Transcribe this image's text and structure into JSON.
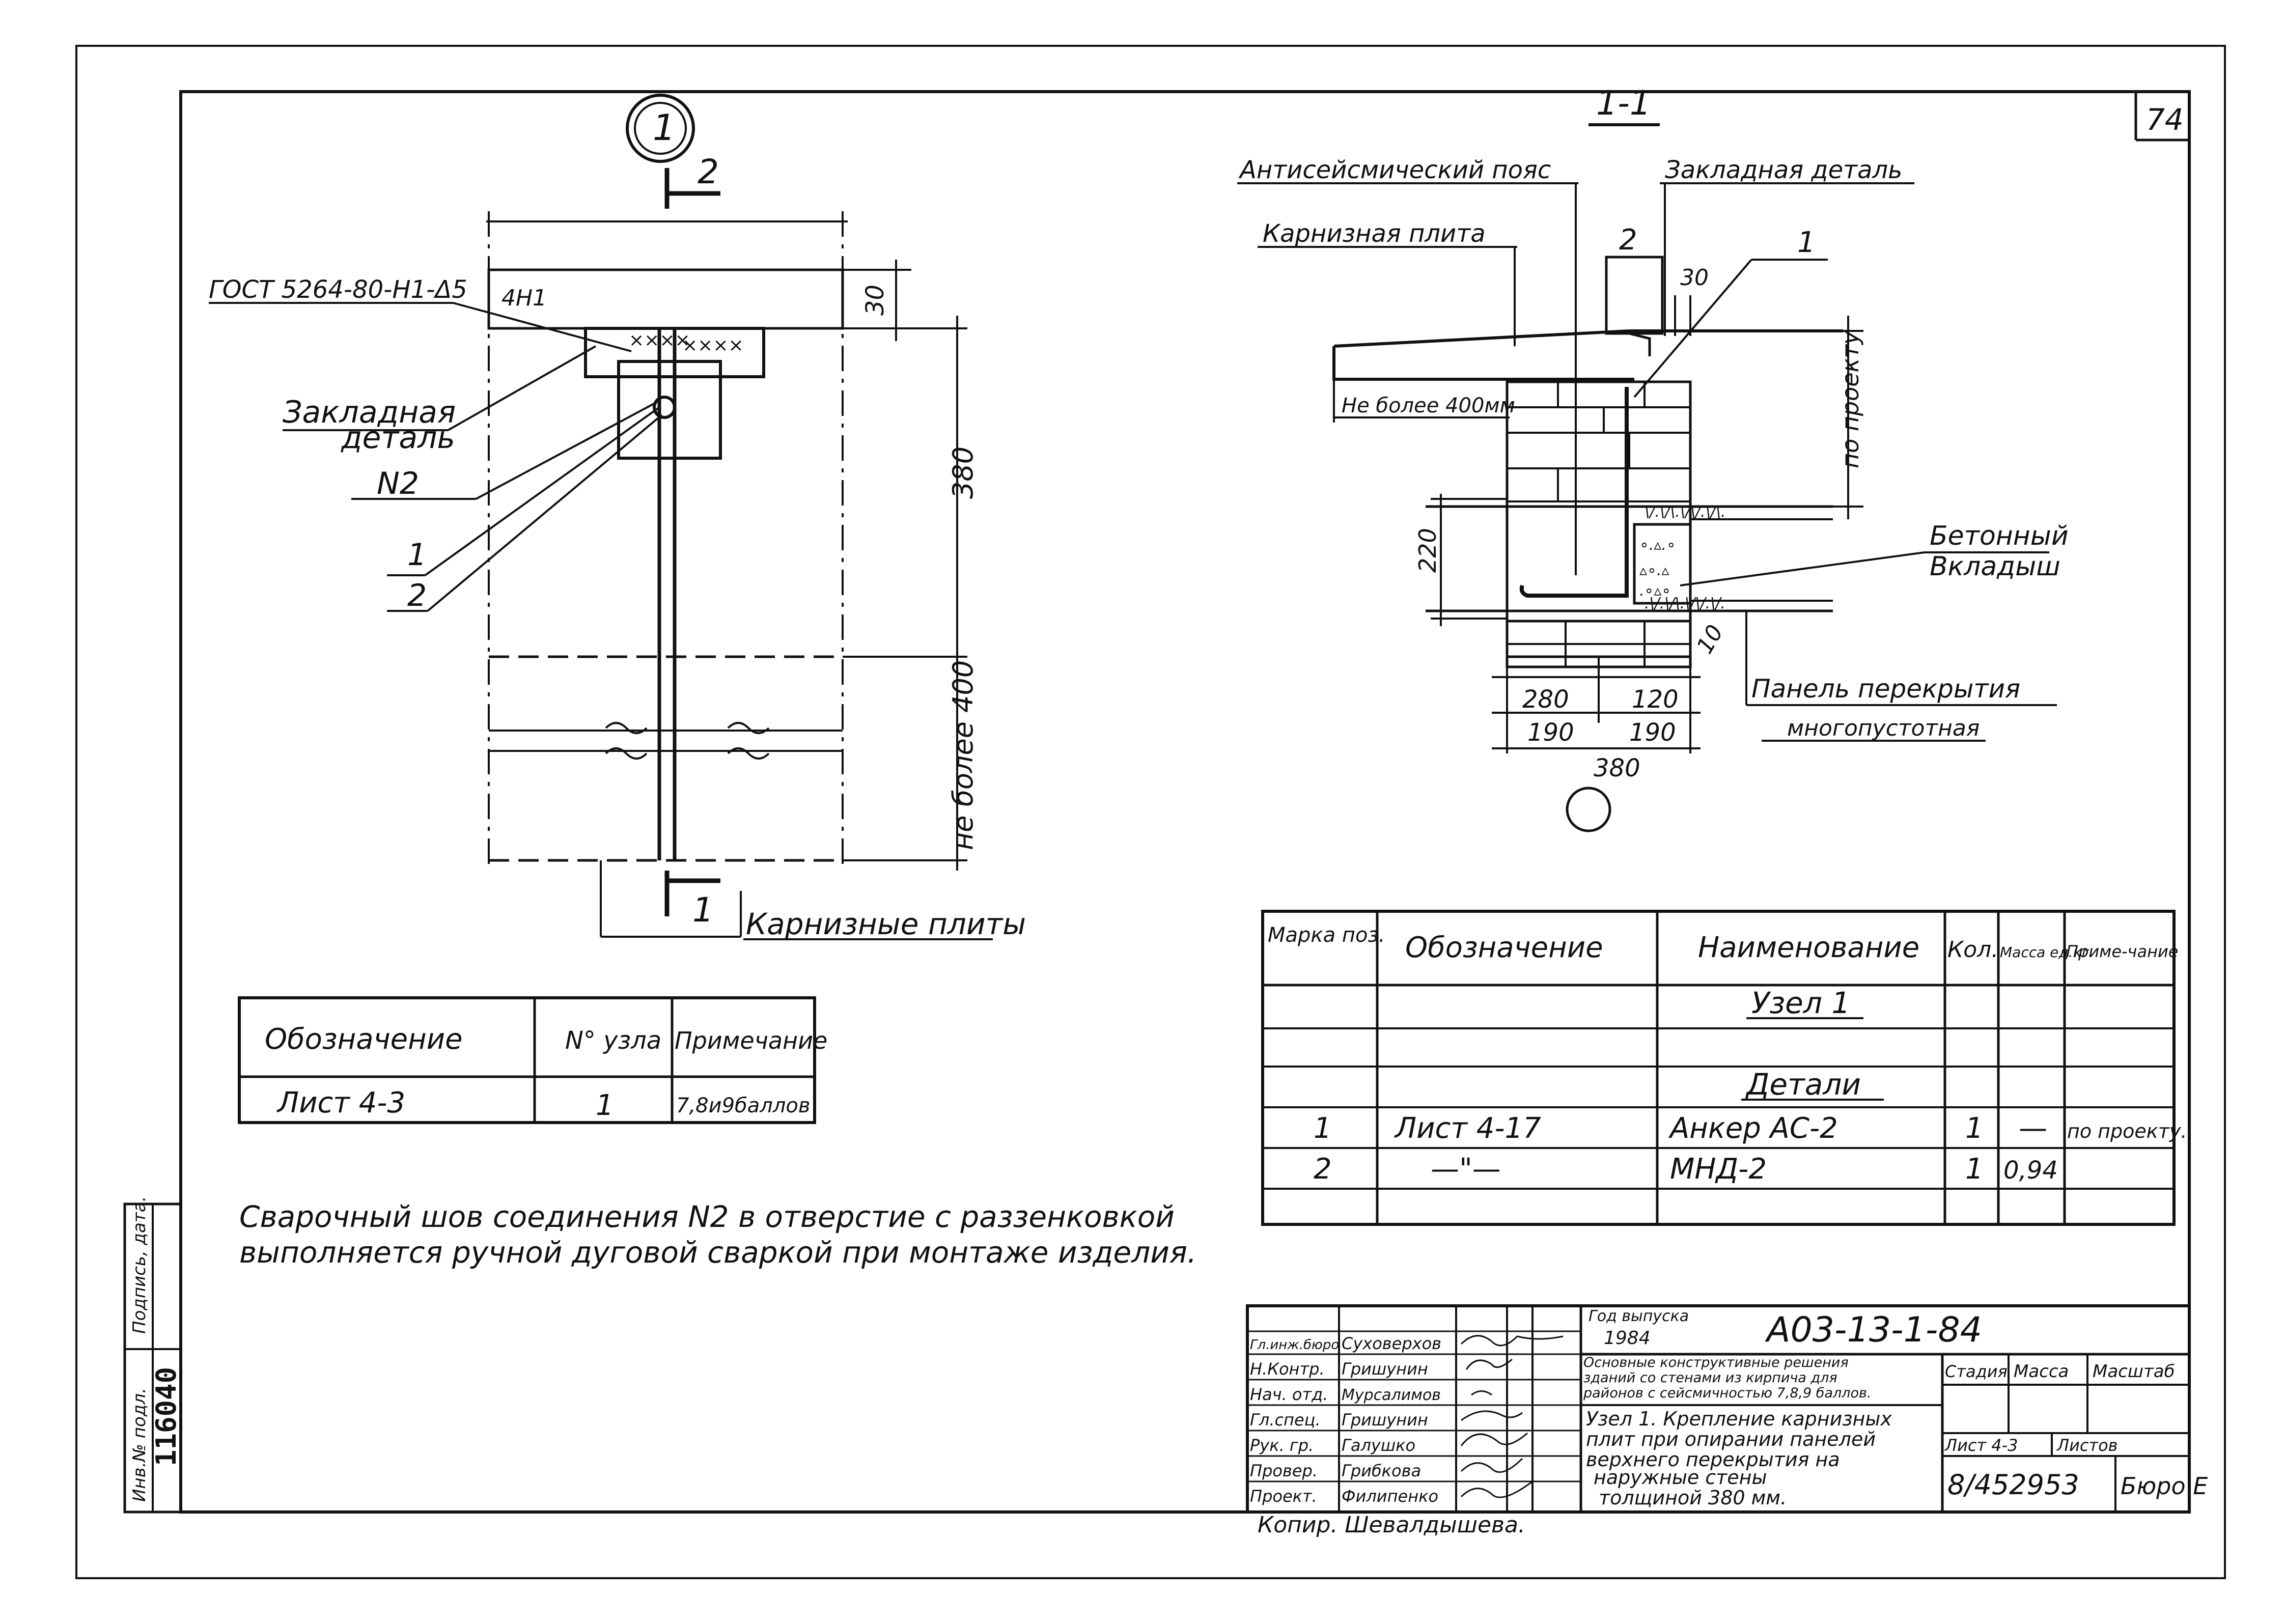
{
  "sheet_number": "74",
  "node_marker": "1",
  "left_view": {
    "section_marks": [
      "2",
      "1"
    ],
    "gost_label": "ГОСТ 5264-80-Н1-Δ5",
    "weld_label": "4Н1",
    "embedded_part_label_1": "Закладная",
    "embedded_part_label_2": "деталь",
    "n2_label": "N2",
    "pos_1": "1",
    "pos_2": "2",
    "dim_30": "30",
    "dim_380": "380",
    "dim_400": "не более 400",
    "cornice_label": "Карнизные плиты"
  },
  "section_view": {
    "title": "1-1",
    "antiseismic_belt": "Антисейсмический пояс",
    "embedded_part": "Закладная деталь",
    "cornice_slab": "Карнизная плита",
    "pos_2": "2",
    "pos_1": "1",
    "dim_30": "30",
    "max_400": "Не более 400мм",
    "by_project": "по проекту",
    "dim_220": "220",
    "concrete_insert_1": "Бетонный",
    "concrete_insert_2": "Вкладыш",
    "dim_10": "10",
    "panel_label": "Панель перекрытия",
    "panel_sub": "многопустотная",
    "dims_bottom": [
      "280",
      "120",
      "190",
      "190",
      "380"
    ]
  },
  "ref_table": {
    "headers": [
      "Обозначение",
      "N° узла",
      "Примечание"
    ],
    "row": [
      "Лист 4-3",
      "1",
      "7,8и9баллов"
    ]
  },
  "note": {
    "line1": "Сварочный шов соединения N2 в отверстие с раззенковкой",
    "line2": "выполняется ручной дуговой сваркой при монтаже изделия."
  },
  "spec_table": {
    "headers": [
      "Марка поз.",
      "Обозначение",
      "Наименование",
      "Кол.",
      "Масса ед.кг",
      "Приме-чание"
    ],
    "rows": [
      [
        "",
        "",
        "Узел 1",
        "",
        "",
        ""
      ],
      [
        "",
        "",
        "",
        "",
        "",
        ""
      ],
      [
        "",
        "",
        "Детали",
        "",
        "",
        ""
      ],
      [
        "1",
        "Лист 4-17",
        "Анкер АС-2",
        "1",
        "—",
        "по проекту."
      ],
      [
        "2",
        "—\"—",
        "МНД-2",
        "1",
        "0,94",
        ""
      ],
      [
        "",
        "",
        "",
        "",
        "",
        ""
      ]
    ]
  },
  "title_block": {
    "roles": [
      "Гл.инж.бюро",
      "Н.Контр.",
      "Нач. отд.",
      "Гл.спец.",
      "Рук. гр.",
      "Провер.",
      "Проект."
    ],
    "names": [
      "Суховерхов",
      "Гришунин",
      "Мурсалимов",
      "Гришунин",
      "Галушко",
      "Грибкова",
      "Филипенко"
    ],
    "year_label": "Год выпуска",
    "year": "1984",
    "code": "А03-13-1-84",
    "descr": [
      "Основные конструктивные решения",
      "зданий со стенами из кирпича для",
      "районов с сейсмичностью 7,8,9 баллов."
    ],
    "title": [
      "Узел 1. Крепление карнизных",
      "плит при опирании панелей",
      "верхнего перекрытия на",
      "наружные стены",
      "толщиной 380 мм."
    ],
    "stage": "Стадия",
    "mass": "Масса",
    "scale": "Масштаб",
    "sheet": "Лист 4-3",
    "sheets": "Листов",
    "doc_number": "8/452953",
    "bureau": "Бюро Е",
    "copied": "Копир. Шевалдышева."
  },
  "side_stamp": {
    "inv_label": "Инв.№ подл.",
    "sign_label": "Подпись, дата.",
    "inv_number": "116040"
  }
}
